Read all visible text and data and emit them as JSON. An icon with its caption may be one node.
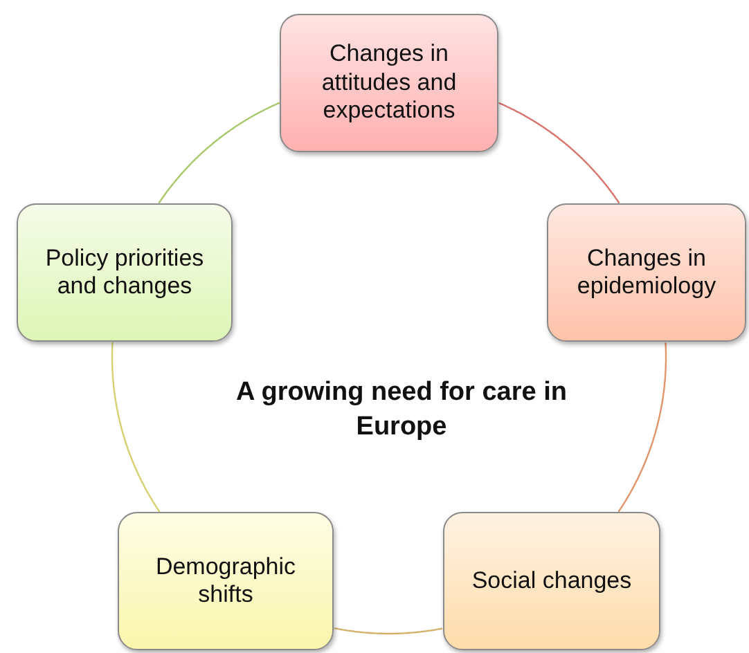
{
  "diagram": {
    "title": "A growing need for care in Europe",
    "nodes": [
      {
        "text": [
          "Changes in attitudes and expectations"
        ]
      },
      {
        "text": [
          "Policy priorities and changes"
        ]
      },
      {
        "text": [
          "Changes in epidemiology"
        ]
      },
      {
        "text": [
          "Demographic shifts"
        ]
      },
      {
        "text": [
          "Social changes"
        ]
      }
    ],
    "edges": [
      {
        "from": 0,
        "to": 2,
        "arrow": "none",
        "color": "#d9736c"
      },
      {
        "from": 2,
        "to": 4,
        "arrow": "none",
        "color": "#e0956a"
      },
      {
        "from": 4,
        "to": 3,
        "arrow": "none",
        "color": "#d4b26a"
      },
      {
        "from": 3,
        "to": 1,
        "arrow": "none",
        "color": "#d6d070"
      },
      {
        "from": 1,
        "to": 0,
        "arrow": "none",
        "color": "#a8c86a"
      }
    ]
  }
}
